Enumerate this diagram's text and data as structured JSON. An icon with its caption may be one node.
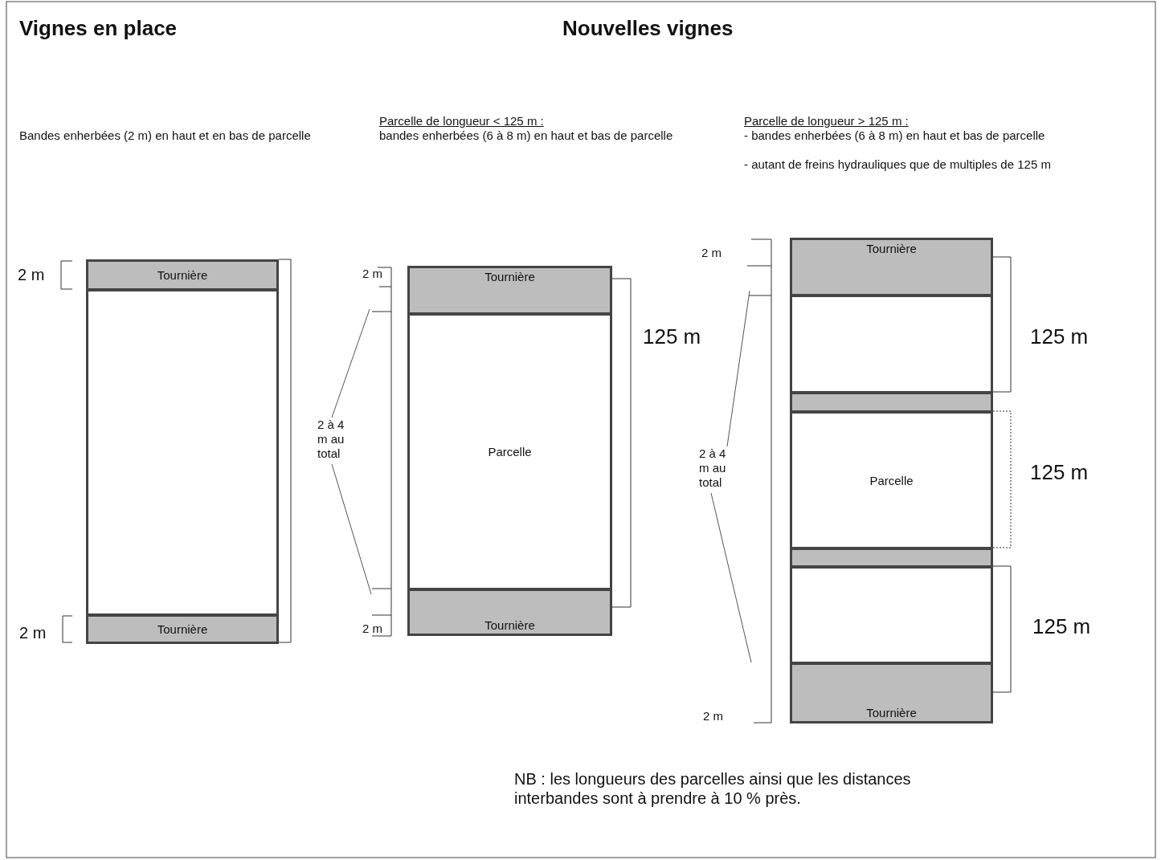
{
  "diagram": {
    "nodes": [
      {
        "text": [
          "Tournière"
        ]
      },
      {
        "text": [],
        "shape": "box"
      },
      {
        "text": [
          "Tournière"
        ]
      },
      {
        "text": [
          "Tournière"
        ]
      },
      {
        "text": [
          "Parcelle"
        ]
      },
      {
        "text": [
          "Tournière"
        ]
      },
      {
        "text": [
          "Tournière"
        ]
      },
      {
        "text": [],
        "shape": "box"
      },
      {
        "text": [],
        "shape": "bar"
      },
      {
        "text": [
          "Parcelle"
        ]
      },
      {
        "text": [],
        "shape": "bar"
      },
      {
        "text": [],
        "shape": "box"
      },
      {
        "text": [
          "Tournière"
        ]
      },
      {
        "text": [
          "2 à 4 m au total"
        ]
      },
      {
        "text": [
          "2 à 4 m au total"
        ]
      }
    ],
    "edges": [
      {
        "from": 13,
        "to": null,
        "arrow": "none"
      },
      {
        "from": 13,
        "to": null,
        "arrow": "none"
      },
      {
        "from": 14,
        "to": null,
        "arrow": "none"
      },
      {
        "from": 14,
        "to": null,
        "arrow": "none"
      }
    ],
    "labels": [
      "Vignes en place",
      "Nouvelles vignes",
      "Bandes enherbées (2 m) en haut et en bas de parcelle",
      "Parcelle de longueur < 125 m :",
      "bandes enherbées (6 à 8 m) en haut et bas de parcelle",
      "Parcelle de longueur > 125 m :",
      "- bandes enherbées (6 à 8 m) en haut et bas de parcelle",
      "- autant de freins hydrauliques que de multiples de 125 m",
      "2 m",
      "2 m",
      "2 m",
      "125 m",
      "2 m",
      "2 m",
      "125 m",
      "125 m",
      "125 m",
      "2 m",
      "NB : les longueurs des parcelles ainsi que les distances interbandes sont à prendre à 10 % près."
    ]
  }
}
